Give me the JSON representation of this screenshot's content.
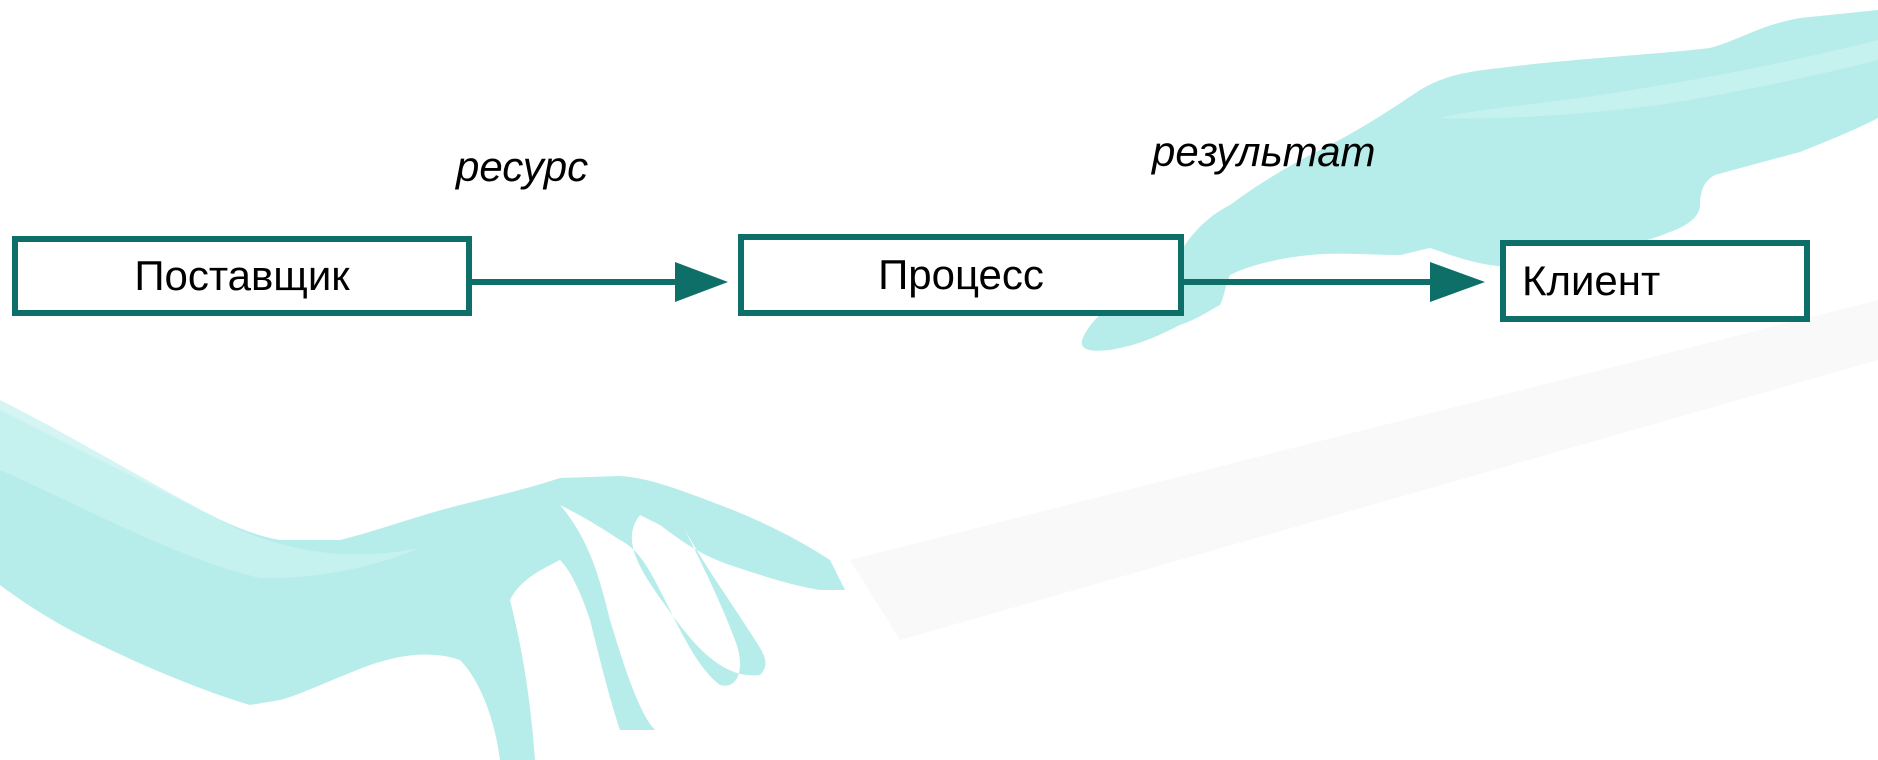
{
  "diagram": {
    "nodes": [
      {
        "id": "supplier",
        "label": "Поставщик"
      },
      {
        "id": "process",
        "label": "Процесс"
      },
      {
        "id": "client",
        "label": "Клиент"
      }
    ],
    "edges": [
      {
        "from": "supplier",
        "to": "process",
        "label": "ресурс"
      },
      {
        "from": "process",
        "to": "client",
        "label": "результат"
      }
    ],
    "colors": {
      "node_border": "#0e6e68",
      "arrow": "#0e6e68",
      "hand_fill": "#b6ecea",
      "hand_shadow": "#c7f1ef"
    },
    "background_illustration": "two-reaching-hands"
  }
}
